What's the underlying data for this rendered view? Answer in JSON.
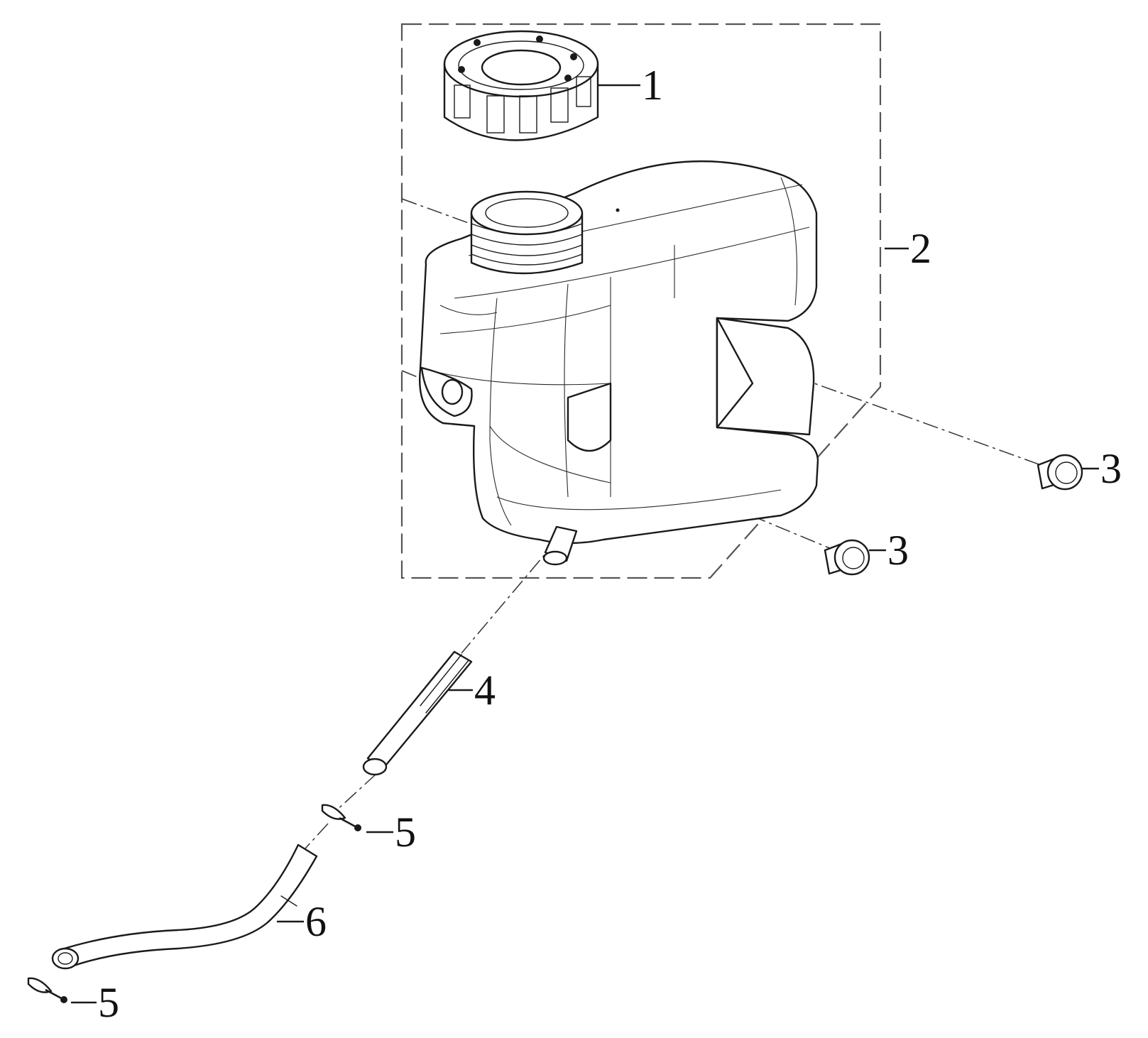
{
  "callouts": {
    "cap": "1",
    "tank_assembly": "2",
    "bolt_upper": "3",
    "bolt_lower": "3",
    "spring": "4",
    "clamp_upper": "5",
    "hose": "6",
    "clamp_lower": "5"
  },
  "colors": {
    "line": "#1a1a1a",
    "background": "#ffffff"
  }
}
